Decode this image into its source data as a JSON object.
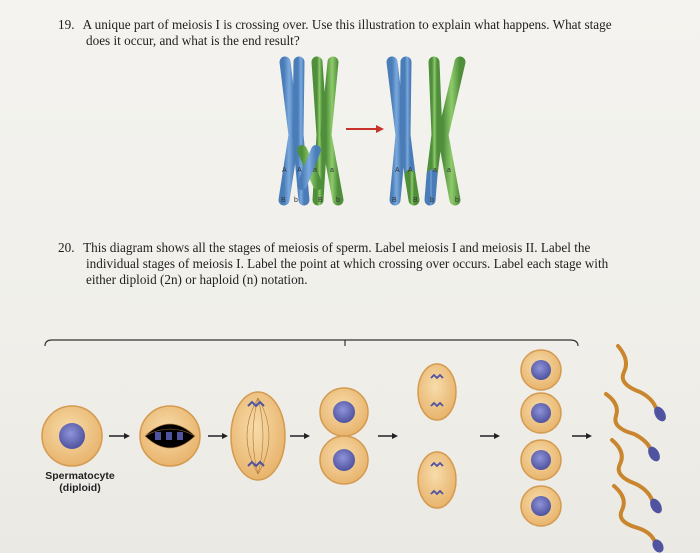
{
  "q19": {
    "number": "19.",
    "line1": "A unique part of meiosis I is crossing over.  Use this illustration to explain what happens.  What stage",
    "line2": "does it occur, and what is the end result?"
  },
  "q20": {
    "number": "20.",
    "line1": "This diagram shows all the stages of meiosis of sperm.   Label meiosis I and meiosis II.  Label the",
    "line2": "individual stages of meiosis I.  Label the point at which crossing over occurs.  Label each stage with",
    "line3": "either diploid (2n) or haploid (n) notation."
  },
  "chromosome_labels": {
    "left": [
      "A",
      "A",
      "a",
      "a",
      "B",
      "b",
      "B",
      "b"
    ],
    "right": [
      "A",
      "A",
      "a",
      "a",
      "B",
      "B",
      "b",
      "b"
    ]
  },
  "cell_label": {
    "line1": "Spermatocyte",
    "line2": "(diploid)"
  },
  "colors": {
    "blue_chromosome": "#5b8ec9",
    "green_chromosome": "#6fae52",
    "arrow": "#c8322a",
    "cell_fill": "#f0c98b",
    "nucleus": "#6b6fb8"
  }
}
